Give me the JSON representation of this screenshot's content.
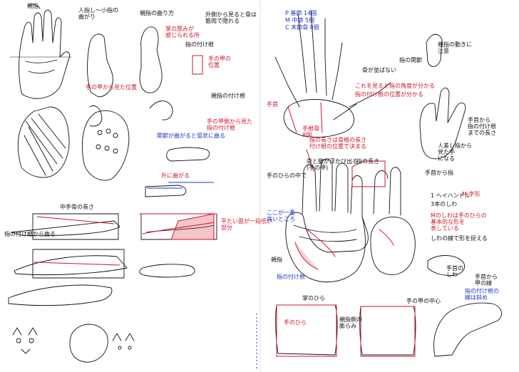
{
  "colors": {
    "ink": "#111111",
    "red": "#d0152b",
    "blue": "#1838c8",
    "paper": "#ffffff"
  },
  "notes": {
    "top_left_label": "親指",
    "index_to_little": "人指し〜小指の\n曲がり",
    "thumb_bend": "親指の曲り方",
    "palm_joint": "掌の厚みが\n感じられる所",
    "bend_outward": "外に曲がる",
    "curve_note": "関節が曲がると弧状に曲る",
    "thumb_root": "親指の付け根",
    "small_note": "指の付け根",
    "thumb_red_1": "手の甲の\n位置",
    "thumb_red_2": "手の甲側から見た\n指の付け根",
    "blue_note_top": "外側から見ると骨は\n筋肉で隠れる",
    "side_view_note": "指の付け根から曲る",
    "ruler_label": "中手骨の長さ",
    "red_section": "手の甲から見た位置",
    "right_red": "平たい面が一段低い\n部分",
    "legend_p": "P 基節 14個",
    "legend_m": "M 中節 5個",
    "legend_c": "C 末節骨 8個",
    "bone_label": "指の関節",
    "bone_center": "骨が並ばない",
    "right_bone_note": "親指の動きに\n注意",
    "bone_red_1": "これを見ると指の角度が分かる",
    "bone_red_2": "指の付け根の位置が分かる",
    "wrist_red": "手首",
    "carpal_red": "手根骨\n8個",
    "blue_bottom_bone": "指の長さは骨格の長さ\n付け根の位置で決まる",
    "bone_footer": "骨と腱が浮かび出る\n(手の甲)",
    "hand_right_note": "手首から\n指の付け根\nまでの長さ",
    "side_thumb": "人差し指から\n見た手\nになる",
    "palm_heading": "手のひらの中で",
    "top_box_note": "指の長さ",
    "mound_note": "手首から指",
    "m_shape": "M 字形",
    "right_palm_1": "1 ヘイハンドル",
    "right_palm_2": "3本のしわ",
    "right_palm_3": "Mのしわは手のひらの\n基本的な形を\n表している",
    "right_palm_4": "しわの線で形を捉える",
    "palm_red_left": "ここが一番\n高いところ",
    "palm_red_bottom": "指の付け根",
    "thumb_region": "親指",
    "wrist_bottom": "手首の\nしわ",
    "bottom_heading": "掌のひら",
    "bottom_box_1": "手のひら",
    "bottom_box_2": "親指側の\n膨らみ",
    "bottom_right_head": "手の甲の中心",
    "red_right_note": "指の付け根の\n線は斜め",
    "hand_right_caption": "手首から\n甲の線"
  }
}
